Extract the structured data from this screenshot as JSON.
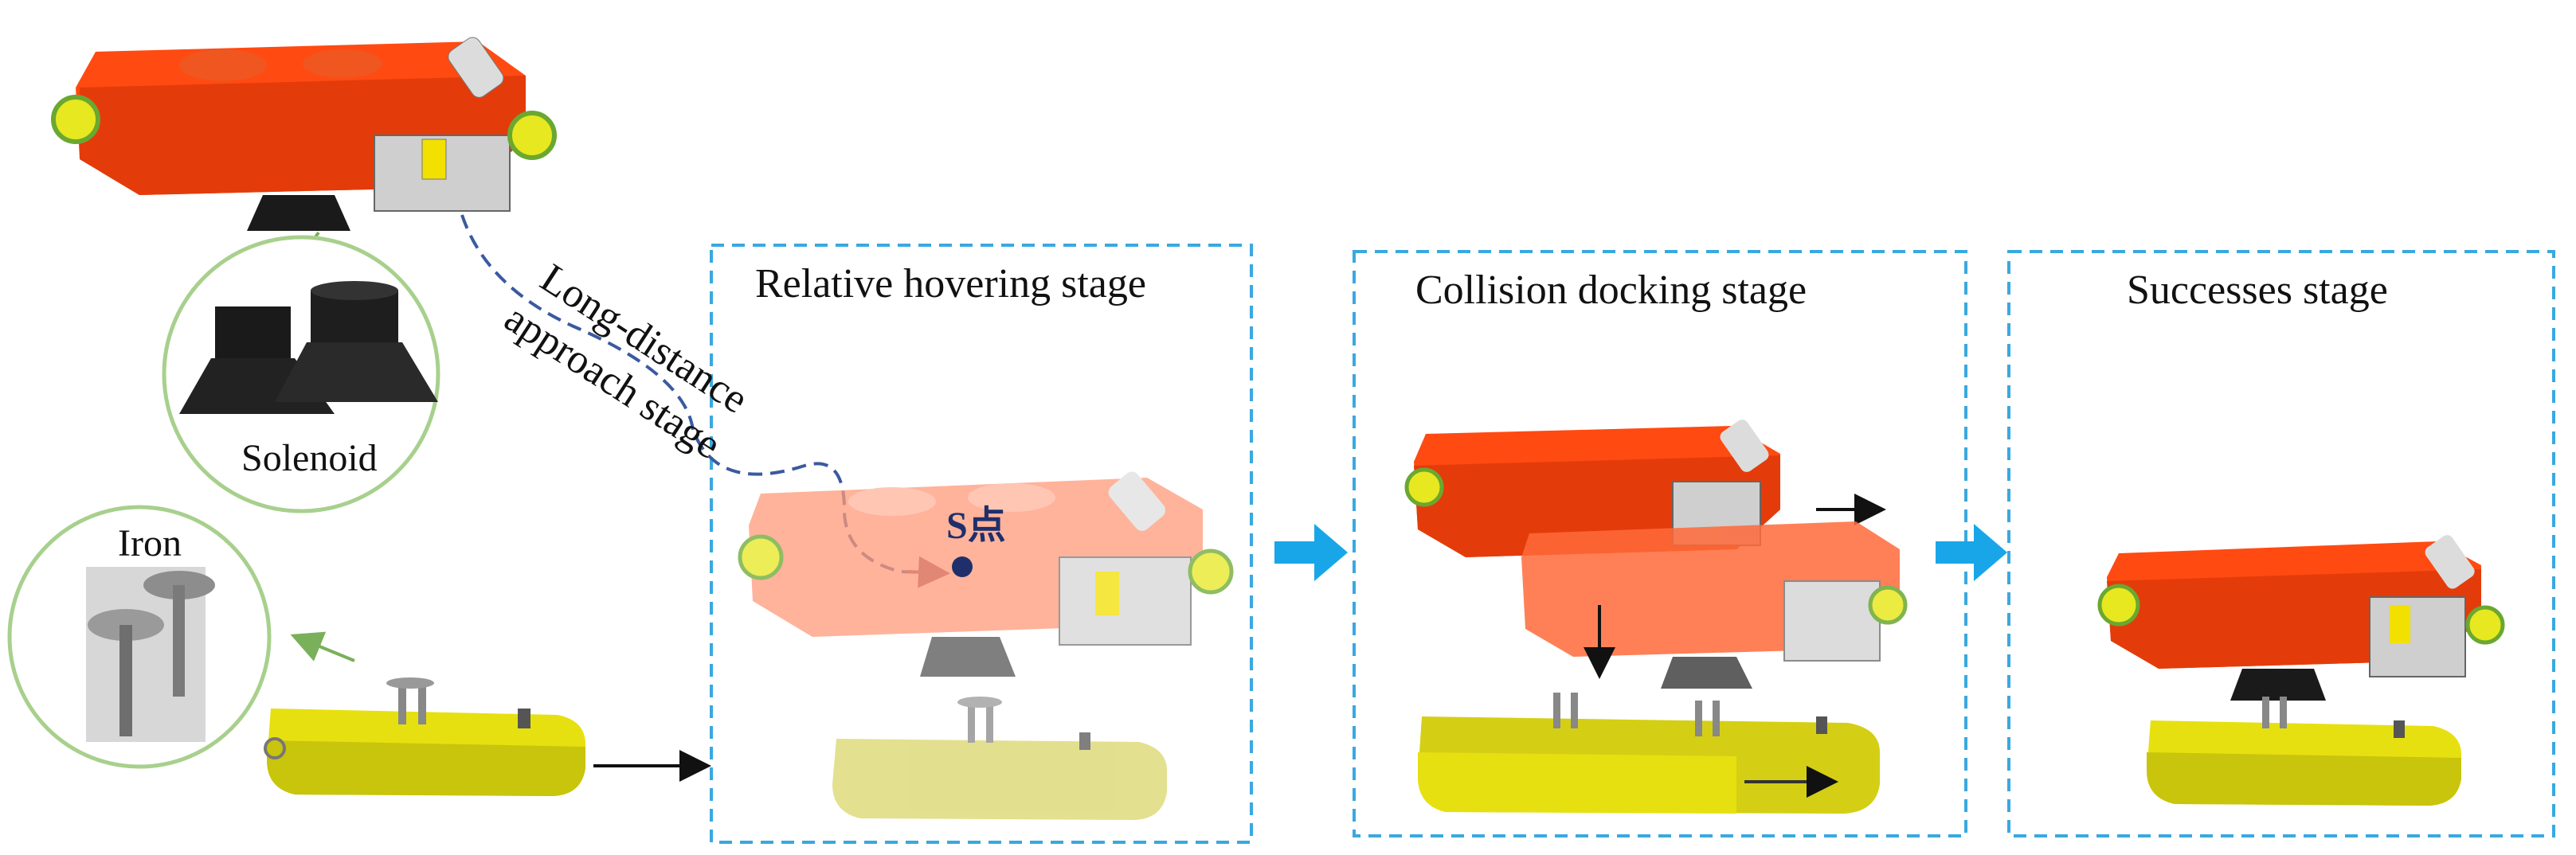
{
  "labels": {
    "stage1_line1": "Long-distance",
    "stage1_line2": "approach stage",
    "stage2_title": "Relative hovering stage",
    "stage3_title": "Collision docking stage",
    "stage4_title": "Successes stage",
    "solenoid": "Solenoid",
    "iron": "Iron",
    "s_point": "S点"
  },
  "colors": {
    "vehicle_orange": "#ff4a12",
    "vehicle_orange_dark": "#d23a08",
    "vehicle_faded": "#ff9a7a",
    "dock_yellow": "#e6e010",
    "dock_yellow_dark": "#b8b40a",
    "dock_faded": "#d9d66a",
    "stage_border": "#3aa8e0",
    "stage_arrow": "#18a6e8",
    "circle_outline": "#a8d08d",
    "path_dashed": "#3a5aa0",
    "metal_grey": "#9a9a9a"
  }
}
